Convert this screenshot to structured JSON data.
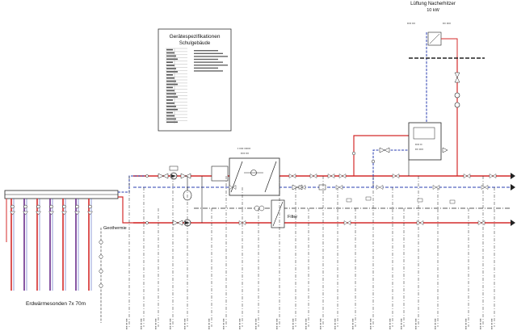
{
  "diagram": {
    "title_ventilation": "Lüftung Nacherhitzer",
    "ventilation_power": "10 kW",
    "spec_title_line1": "Gerätespezifikationen",
    "spec_title_line2": "Schulgebäude",
    "geothermie_label": "Geothermie",
    "filter_label": "Filter",
    "probe_label": "Erdwärmesonden 7x 70m"
  },
  "colors": {
    "supply": "#d42b2b",
    "return": "#2b3fb0",
    "line": "#222222",
    "probe_purple": "#6b2d8c"
  }
}
